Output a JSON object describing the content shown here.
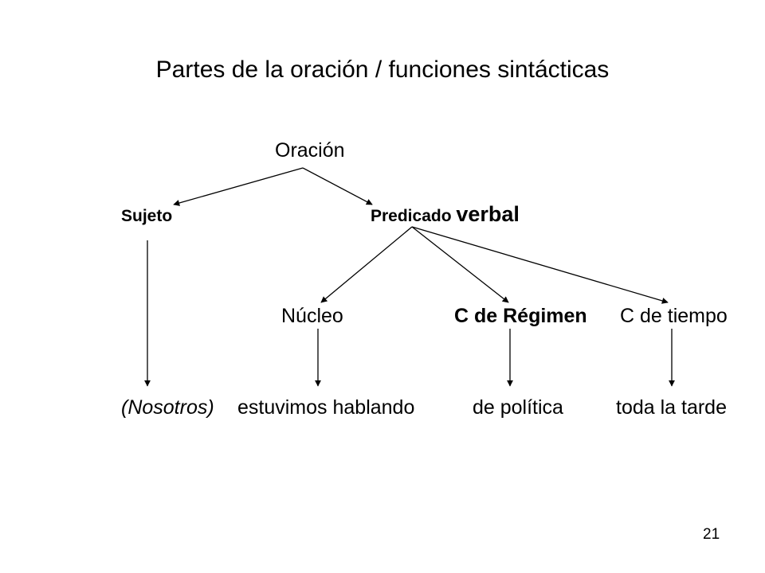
{
  "title": "Partes de la oración / funciones sintácticas",
  "tree": {
    "root": "Oración",
    "sujeto": "Sujeto",
    "predicado": {
      "part1": "Predicado ",
      "part2": "verbal"
    },
    "nucleo": "Núcleo",
    "c_regimen": "C de Régimen",
    "c_tiempo": "C de tiempo",
    "words": {
      "sujeto": "(Nosotros)",
      "nucleo": "estuvimos hablando",
      "c_regimen": "de política",
      "c_tiempo": "toda la tarde"
    }
  },
  "page_number": "21",
  "colors": {
    "text": "#000000",
    "background": "#ffffff"
  }
}
